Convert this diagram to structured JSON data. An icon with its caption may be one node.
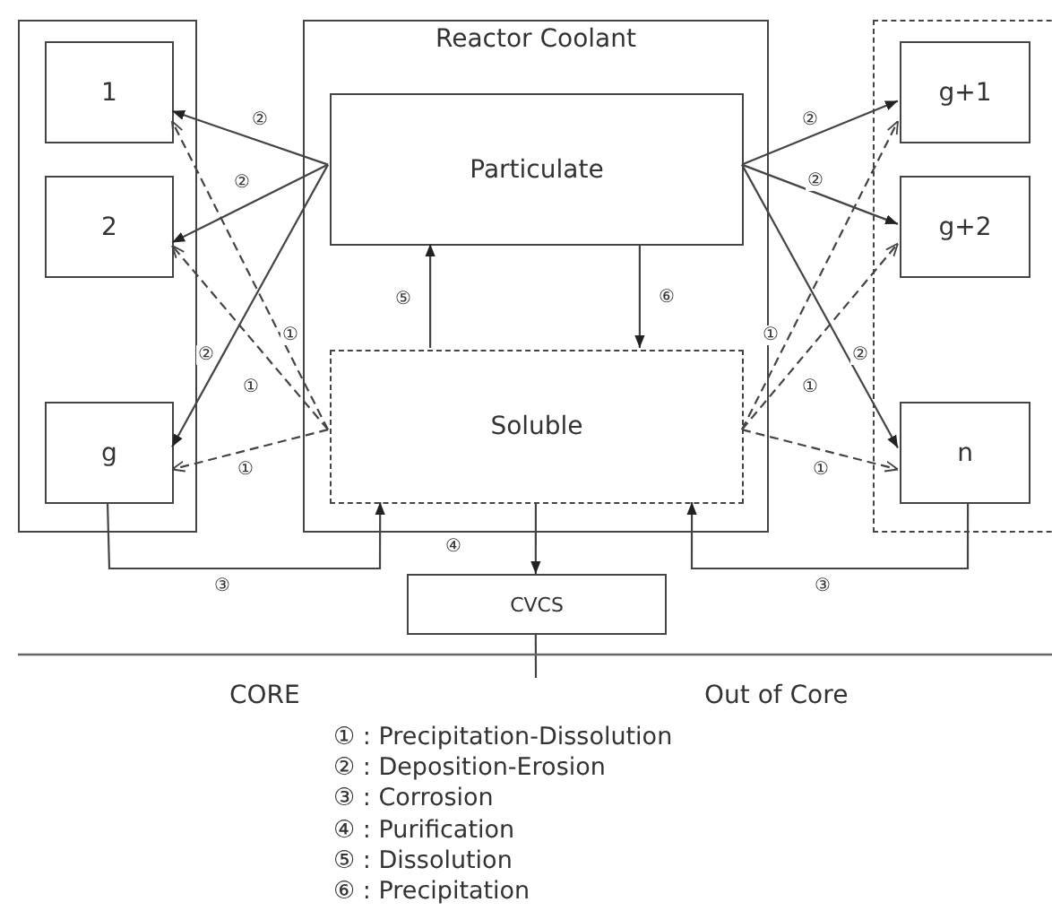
{
  "diagram": {
    "nodes": [
      {
        "text": [],
        "shape": "box"
      },
      {
        "text": [
          "1"
        ],
        "in": 0
      },
      {
        "text": [
          "2"
        ],
        "in": 0
      },
      {
        "text": [
          "g"
        ],
        "in": 0
      },
      {
        "text": [
          "Reactor Coolant"
        ]
      },
      {
        "text": [
          "Particulate"
        ],
        "in": 4
      },
      {
        "text": [
          "Soluble"
        ],
        "in": 4
      },
      {
        "text": [],
        "shape": "box"
      },
      {
        "text": [
          "g+1"
        ],
        "in": 7
      },
      {
        "text": [
          "g+2"
        ],
        "in": 7
      },
      {
        "text": [
          "n"
        ],
        "in": 7
      },
      {
        "text": [
          "CVCS"
        ]
      }
    ],
    "edges": [
      {
        "from": 5,
        "to": 1,
        "arrow": "to",
        "label": "②"
      },
      {
        "from": 5,
        "to": 2,
        "arrow": "to",
        "label": "②"
      },
      {
        "from": 5,
        "to": 3,
        "arrow": "to",
        "label": "②"
      },
      {
        "from": 6,
        "to": 1,
        "arrow": "to",
        "label": "①",
        "style": "dashed"
      },
      {
        "from": 6,
        "to": 2,
        "arrow": "to",
        "label": "①",
        "style": "dashed"
      },
      {
        "from": 6,
        "to": 3,
        "arrow": "to",
        "label": "①",
        "style": "dashed"
      },
      {
        "from": 5,
        "to": 8,
        "arrow": "to",
        "label": "②"
      },
      {
        "from": 5,
        "to": 9,
        "arrow": "to",
        "label": "②"
      },
      {
        "from": 5,
        "to": 10,
        "arrow": "to",
        "label": "②"
      },
      {
        "from": 6,
        "to": 8,
        "arrow": "to",
        "label": "①",
        "style": "dashed"
      },
      {
        "from": 6,
        "to": 9,
        "arrow": "to",
        "label": "①",
        "style": "dashed"
      },
      {
        "from": 6,
        "to": 10,
        "arrow": "to",
        "label": "①",
        "style": "dashed"
      },
      {
        "from": 6,
        "to": 5,
        "arrow": "to",
        "label": "⑤"
      },
      {
        "from": 5,
        "to": 6,
        "arrow": "to",
        "label": "⑥"
      },
      {
        "from": 6,
        "to": 11,
        "arrow": "to",
        "label": "④"
      },
      {
        "from": 3,
        "to": 6,
        "arrow": "to",
        "label": "③"
      },
      {
        "from": 10,
        "to": 6,
        "arrow": "to",
        "label": "③"
      },
      {
        "from": 11,
        "to": null,
        "arrow": "none"
      }
    ],
    "labels": [
      "CORE",
      "Out of Core",
      "① : Precipitation-Dissolution",
      "② : Deposition-Erosion",
      "③ : Corrosion",
      "④ : Purification",
      "⑤ : Dissolution",
      "⑥ : Precipitation"
    ]
  }
}
